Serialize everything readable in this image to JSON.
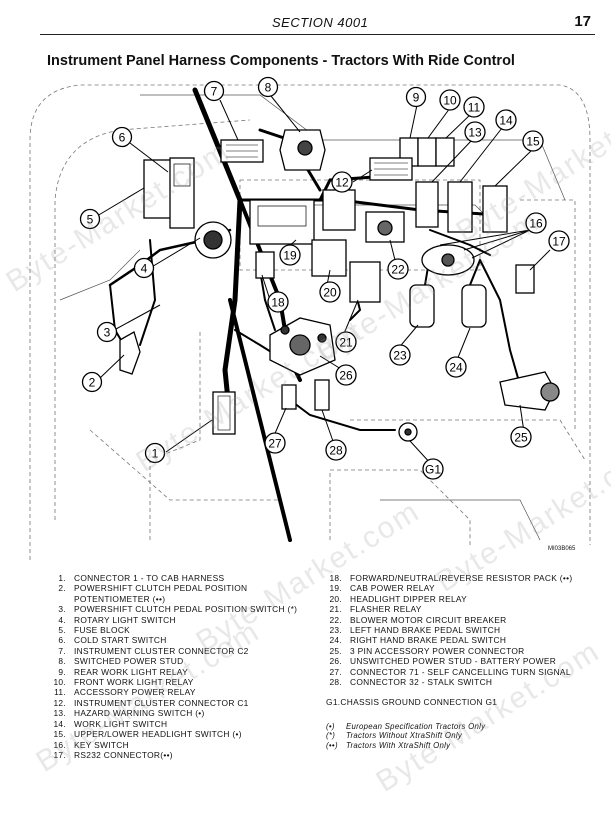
{
  "header": {
    "section": "SECTION 4001",
    "page_number": "17"
  },
  "title": "Instrument Panel Harness Components - Tractors With Ride Control",
  "figure_id": "MI03B065",
  "callouts": [
    "1",
    "2",
    "3",
    "4",
    "5",
    "6",
    "7",
    "8",
    "9",
    "10",
    "11",
    "12",
    "13",
    "14",
    "15",
    "16",
    "17",
    "18",
    "19",
    "20",
    "21",
    "22",
    "23",
    "24",
    "25",
    "26",
    "27",
    "28",
    "G1"
  ],
  "legend_left": [
    {
      "num": "1.",
      "text": "CONNECTOR 1 - TO CAB HARNESS"
    },
    {
      "num": "2.",
      "text": "POWERSHIFT CLUTCH PEDAL POSITION",
      "cont": "POTENTIOMETER (••)"
    },
    {
      "num": "3.",
      "text": "POWERSHIFT CLUTCH PEDAL POSITION SWITCH (*)"
    },
    {
      "num": "4.",
      "text": "ROTARY LIGHT SWITCH"
    },
    {
      "num": "5.",
      "text": "FUSE BLOCK"
    },
    {
      "num": "6.",
      "text": "COLD START SWITCH"
    },
    {
      "num": "7.",
      "text": "INSTRUMENT CLUSTER CONNECTOR C2"
    },
    {
      "num": "8.",
      "text": "SWITCHED POWER STUD"
    },
    {
      "num": "9.",
      "text": "REAR WORK LIGHT RELAY"
    },
    {
      "num": "10.",
      "text": "FRONT WORK LIGHT RELAY"
    },
    {
      "num": "11.",
      "text": "ACCESSORY POWER RELAY"
    },
    {
      "num": "12.",
      "text": "INSTRUMENT CLUSTER CONNECTOR C1"
    },
    {
      "num": "13.",
      "text": "HAZARD WARNING SWITCH (•)"
    },
    {
      "num": "14.",
      "text": "WORK LIGHT SWITCH"
    },
    {
      "num": "15.",
      "text": "UPPER/LOWER HEADLIGHT SWITCH (•)"
    },
    {
      "num": "16.",
      "text": "KEY SWITCH"
    },
    {
      "num": "17.",
      "text": "RS232 CONNECTOR(••)"
    }
  ],
  "legend_right": [
    {
      "num": "18.",
      "text": "FORWARD/NEUTRAL/REVERSE RESISTOR PACK (••)"
    },
    {
      "num": "19.",
      "text": "CAB POWER RELAY"
    },
    {
      "num": "20.",
      "text": "HEADLIGHT DIPPER RELAY"
    },
    {
      "num": "21.",
      "text": "FLASHER RELAY"
    },
    {
      "num": "22.",
      "text": "BLOWER MOTOR CIRCUIT BREAKER"
    },
    {
      "num": "23.",
      "text": "LEFT HAND BRAKE PEDAL SWITCH"
    },
    {
      "num": "24.",
      "text": "RIGHT HAND BRAKE PEDAL SWITCH"
    },
    {
      "num": "25.",
      "text": "3 PIN ACCESSORY POWER CONNECTOR"
    },
    {
      "num": "26.",
      "text": "UNSWITCHED POWER STUD - BATTERY POWER"
    },
    {
      "num": "27.",
      "text": "CONNECTOR 71 - SELF CANCELLING TURN SIGNAL"
    },
    {
      "num": "28.",
      "text": "CONNECTOR 32 - STALK SWITCH"
    }
  ],
  "ground_note": "G1.CHASSIS GROUND CONNECTION G1",
  "notes": [
    {
      "symbol": "(•)",
      "text": "European Specification Tractors Only"
    },
    {
      "symbol": "(*)",
      "text": "Tractors Without XtraShift Only"
    },
    {
      "symbol": "(••)",
      "text": "Tractors With XtraShift Only"
    }
  ],
  "watermark": "Byte-Market.com"
}
